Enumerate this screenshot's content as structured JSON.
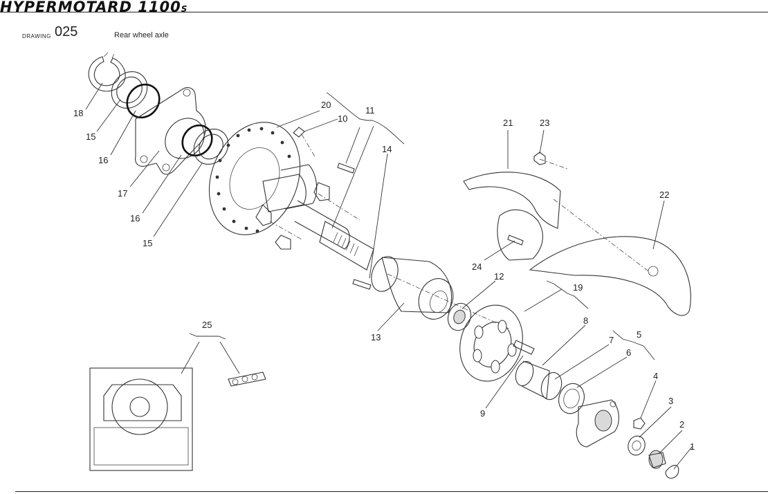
{
  "header": {
    "brand": "HYPERMOTARD 1100",
    "brand_suffix": "S"
  },
  "drawing": {
    "label": "DRAWING",
    "number": "025",
    "title": "Rear wheel axle"
  },
  "callouts": [
    "1",
    "2",
    "3",
    "4",
    "5",
    "6",
    "7",
    "8",
    "9",
    "10",
    "11",
    "12",
    "13",
    "14",
    "15",
    "15",
    "16",
    "16",
    "17",
    "18",
    "19",
    "20",
    "21",
    "22",
    "23",
    "24",
    "25"
  ]
}
